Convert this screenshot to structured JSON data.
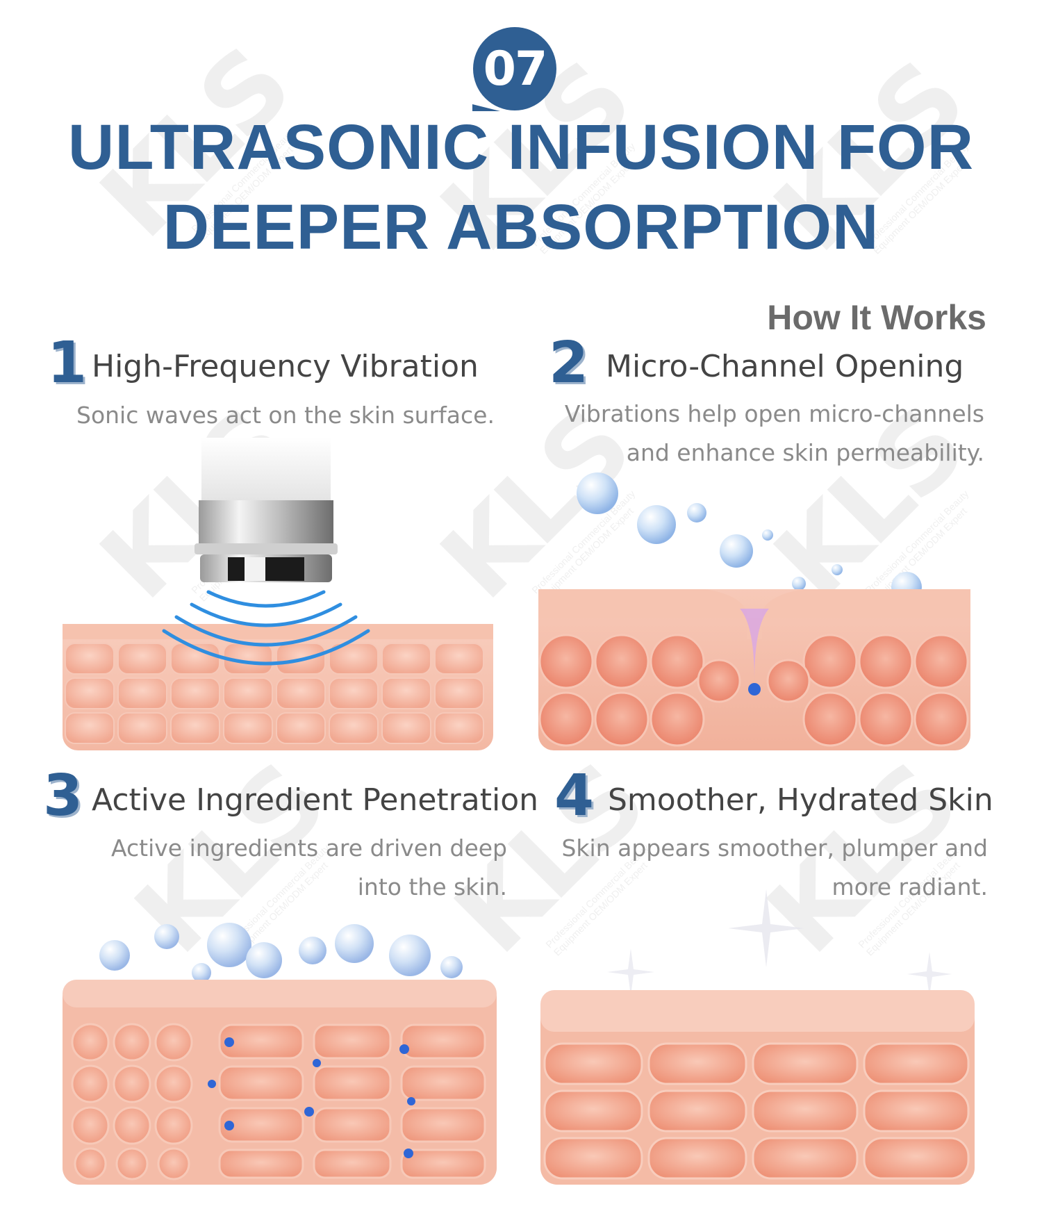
{
  "badge": {
    "number": "07"
  },
  "title": {
    "line1": "ULTRASONIC INFUSION FOR",
    "line2": "DEEPER ABSORPTION"
  },
  "section_label": "How It Works",
  "steps": [
    {
      "number": "1",
      "title": "High-Frequency Vibration",
      "desc_lines": [
        "Sonic waves act on the skin surface."
      ]
    },
    {
      "number": "2",
      "title": "Micro-Channel Opening",
      "desc_lines": [
        "Vibrations help open micro-channels",
        "and enhance skin permeability."
      ]
    },
    {
      "number": "3",
      "title": "Active Ingredient Penetration",
      "desc_lines": [
        "Active ingredients are driven deep",
        "into the skin."
      ]
    },
    {
      "number": "4",
      "title": "Smoother, Hydrated Skin",
      "desc_lines": [
        "Skin appears smoother, plumper and",
        "more radiant."
      ]
    }
  ],
  "watermark": {
    "logo": "KLS",
    "tagline": "Professional Commercial Beauty Equipment OEM/ODM Expert"
  },
  "colors": {
    "brand_blue": "#2f5f93",
    "skin": "#f3b9a4",
    "cell": "#f29f86",
    "wave_blue": "#2f8ee0",
    "text_gray": "#8a8a8a"
  }
}
